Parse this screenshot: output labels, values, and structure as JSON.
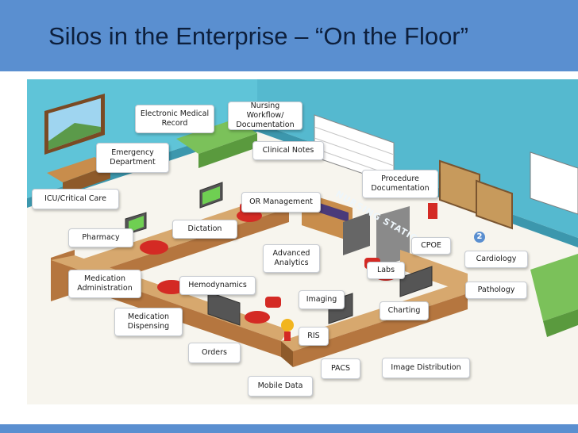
{
  "title": "Silos in the Enterprise – “On the Floor”",
  "station": {
    "label": "NURSING STATION",
    "number": "2"
  },
  "colors": {
    "header": "#5a8fd0",
    "wall": "#5fc4d8",
    "floor": "#f7f5ee",
    "desk_top": "#d7a86e",
    "desk_front": "#b5763f",
    "chair": "#d42a24",
    "sofa": "#7bc15a"
  },
  "labels": [
    {
      "text": "Electronic Medical\nRecord"
    },
    {
      "text": "Nursing Workflow/\nDocumentation"
    },
    {
      "text": "Clinical Notes"
    },
    {
      "text": "Emergency\nDepartment"
    },
    {
      "text": "Procedure\nDocumentation"
    },
    {
      "text": "ICU/Critical Care"
    },
    {
      "text": "OR Management"
    },
    {
      "text": "Dictation"
    },
    {
      "text": "Pharmacy"
    },
    {
      "text": "CPOE"
    },
    {
      "text": "Advanced\nAnalytics"
    },
    {
      "text": "Cardiology"
    },
    {
      "text": "Labs"
    },
    {
      "text": "Medication\nAdministration"
    },
    {
      "text": "Hemodynamics"
    },
    {
      "text": "Pathology"
    },
    {
      "text": "Imaging"
    },
    {
      "text": "Charting"
    },
    {
      "text": "Medication\nDispensing"
    },
    {
      "text": "RIS"
    },
    {
      "text": "Orders"
    },
    {
      "text": "PACS"
    },
    {
      "text": "Image Distribution"
    },
    {
      "text": "Mobile Data"
    }
  ]
}
